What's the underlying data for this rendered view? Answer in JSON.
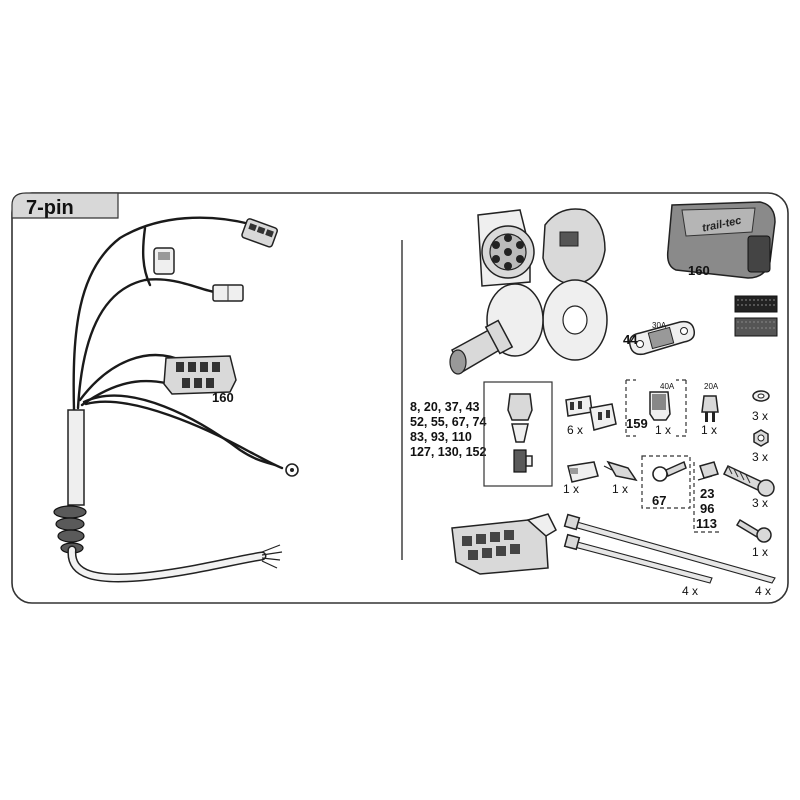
{
  "title": "7-pin",
  "left_labels": {
    "harness_module": "160"
  },
  "right_labels": {
    "module": "160",
    "module_brand": "trail-tec",
    "fuse_holder": "44",
    "fuse_30a": "30A",
    "fuse_40a": "40A",
    "fuse_20a": "20A",
    "fuse_group": "159",
    "fuse_group_qty": "1 x",
    "fuse_20a_qty": "1 x",
    "relay_qty": "6 x",
    "ring_terminal": "67",
    "connector_qty_a": "1 x",
    "connector_qty_b": "1 x",
    "terminals_group": [
      "23",
      "96",
      "113"
    ],
    "washer_qty": "3 x",
    "nut_qty": "3 x",
    "bolt_qty": "3 x",
    "screw_qty": "1 x",
    "tie_qty_a": "4 x",
    "tie_qty_b": "4 x"
  },
  "vehicle_codes": [
    "8, 20, 37, 43",
    "52, 55, 67, 74",
    "83, 93, 110",
    "127, 130, 152"
  ]
}
